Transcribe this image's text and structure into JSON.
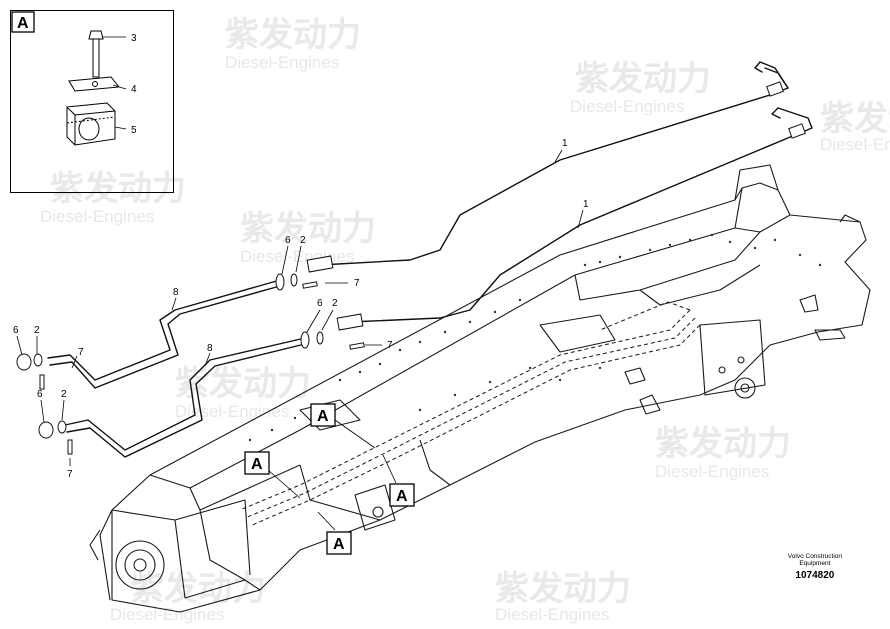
{
  "detail": {
    "tag": "A",
    "callouts": [
      "3",
      "4",
      "5"
    ]
  },
  "main_callouts": {
    "pipe_upper": "1",
    "pipe_lower": "1",
    "hose_left_upper": "8",
    "hose_left_lower": "8",
    "washer_a": "6",
    "seal_a": "2",
    "bolt_a": "7",
    "washer_b": "6",
    "seal_b": "2",
    "bolt_b": "7",
    "washer_c": "6",
    "seal_c": "2",
    "bolt_c": "7",
    "washer_d": "6",
    "seal_d": "2",
    "bolt_d": "7"
  },
  "ref_tags": [
    "A",
    "A",
    "A",
    "A"
  ],
  "watermark": {
    "brand_cn": "紫发动力",
    "brand_en": "Diesel-Engines"
  },
  "footer": {
    "line1": "Volvo Construction",
    "line2": "Equipment",
    "part_no": "1074820"
  }
}
